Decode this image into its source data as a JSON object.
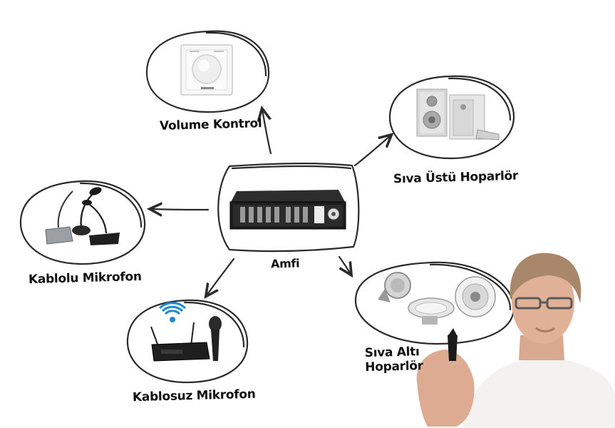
{
  "diagram": {
    "center": {
      "label": "Amfi",
      "icon": "amplifier-icon"
    },
    "nodes": [
      {
        "id": "volume",
        "label": "Volume Kontrol",
        "icon": "volume-control-icon"
      },
      {
        "id": "surface_speaker",
        "label": "Sıva Üstü Hoparlör",
        "icon": "surface-speaker-icon"
      },
      {
        "id": "wired_mic",
        "label": "Kablolu Mikrofon",
        "icon": "wired-microphone-icon"
      },
      {
        "id": "wireless_mic",
        "label": "Kablosuz Mikrofon",
        "icon": "wireless-microphone-icon"
      },
      {
        "id": "ceiling_speaker",
        "label_line1": "Sıva Altı",
        "label_line2": "Hoparlör",
        "icon": "ceiling-speaker-icon"
      }
    ]
  },
  "colors": {
    "ink": "#2a2a2a",
    "device_dark": "#1e1e1e",
    "panel_white": "#f2f2f2",
    "wifi_blue": "#1e88d8",
    "speaker_gray": "#cfcfcf"
  }
}
